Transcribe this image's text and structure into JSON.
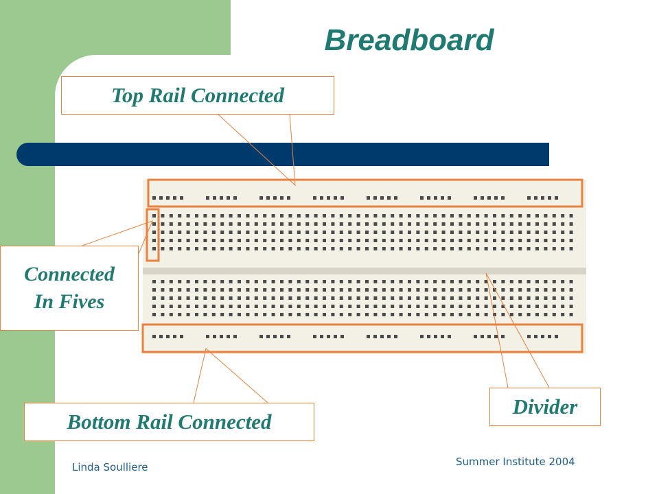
{
  "slide": {
    "title": "Breadboard",
    "accent_color": "#9cc98f",
    "title_color": "#1f7a72",
    "bar_color": "#003a6c",
    "highlight_color": "#e8823f"
  },
  "callouts": {
    "top_rail": "Top Rail Connected",
    "fives_line1": "Connected",
    "fives_line2": "In Fives",
    "bottom_rail": "Bottom Rail Connected",
    "divider": "Divider"
  },
  "breadboard": {
    "rail_groups": 8,
    "holes_per_rail_group": 5,
    "terminal_columns": 50,
    "terminal_rows_per_half": 5
  },
  "footer": {
    "author": "Linda Soulliere",
    "event": "Summer Institute 2004"
  }
}
